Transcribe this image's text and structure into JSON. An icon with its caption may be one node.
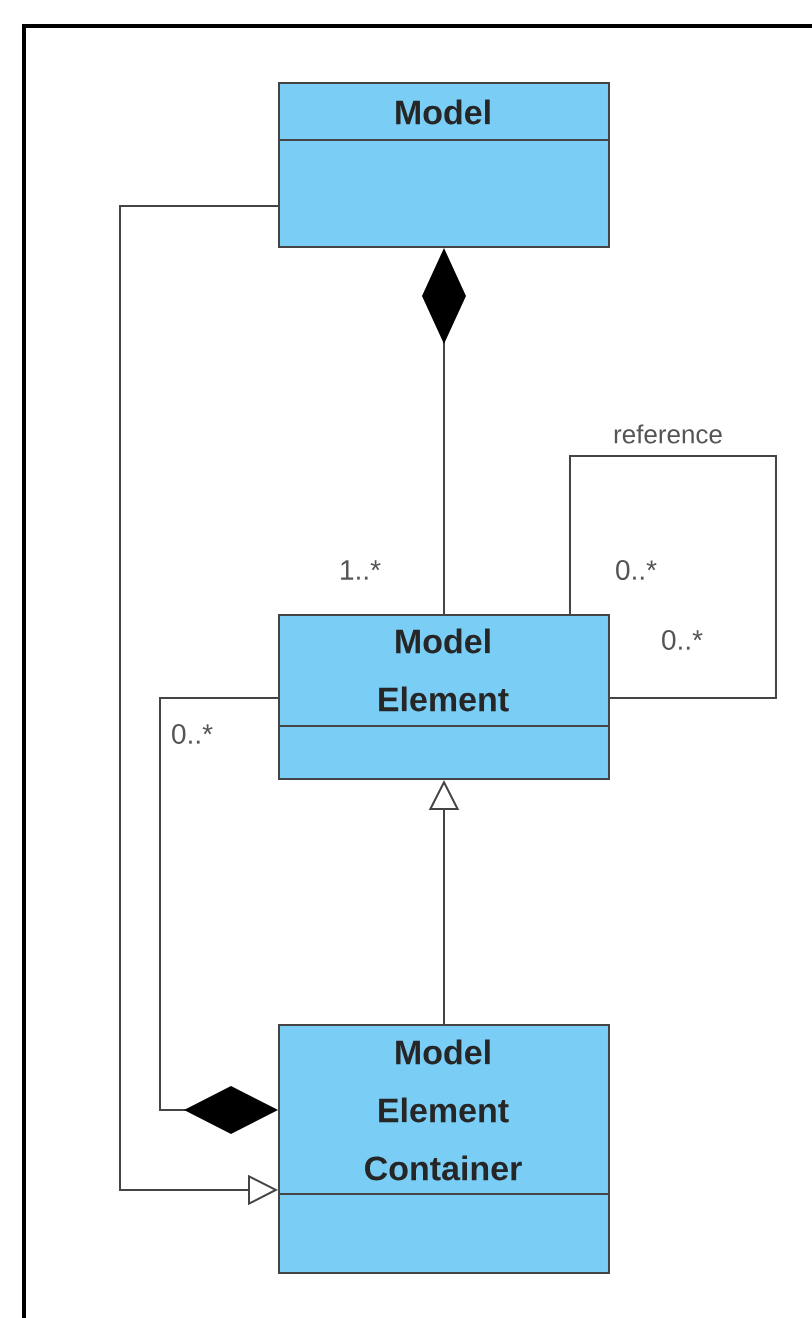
{
  "diagram": {
    "nodes": [
      {
        "text": [
          "Model"
        ]
      },
      {
        "text": [
          "Model Element"
        ]
      },
      {
        "text": [
          "Model Element Container"
        ]
      }
    ],
    "edges": [
      {
        "from": 0,
        "to": 1,
        "arrow": "other"
      },
      {
        "from": 1,
        "to": 1,
        "arrow": "none",
        "label": "reference"
      },
      {
        "from": 2,
        "to": 1,
        "arrow": "to"
      },
      {
        "from": 2,
        "to": 1,
        "arrow": "other"
      },
      {
        "from": 0,
        "to": 2,
        "arrow": "to"
      }
    ],
    "labels": [
      "1..*",
      "0..*",
      "0..*",
      "0..*"
    ]
  }
}
